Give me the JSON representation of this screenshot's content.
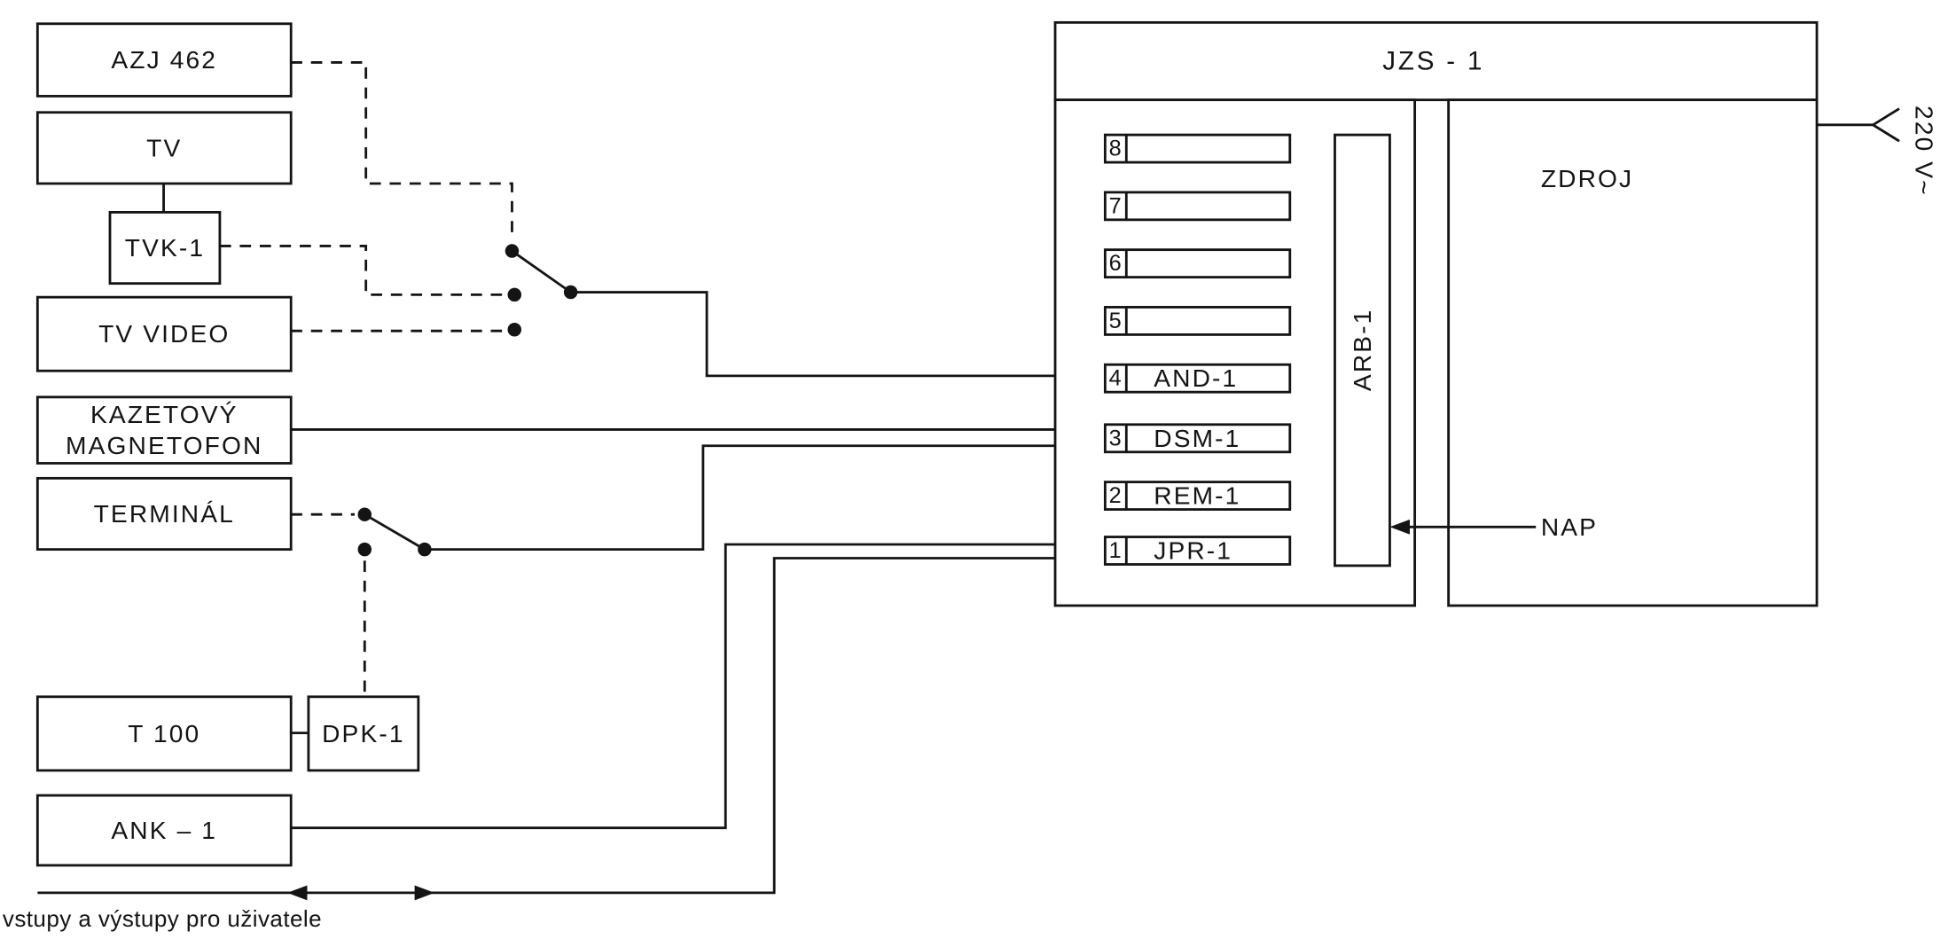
{
  "devices": {
    "azj_462": "AZJ 462",
    "tv": "TV",
    "tvk_1": "TVK-1",
    "tv_video": "TV VIDEO",
    "cassette_recorder": [
      "KAZETOVÝ",
      "MAGNETOFON"
    ],
    "terminal": "TERMINÁL",
    "t_100": "T 100",
    "dpk_1": "DPK-1",
    "ank_1": "ANK – 1"
  },
  "computer": {
    "title": "JZS - 1",
    "slots": [
      {
        "number": "8"
      },
      {
        "number": "7"
      },
      {
        "number": "6"
      },
      {
        "number": "5"
      },
      {
        "number": "4",
        "module": "AND-1"
      },
      {
        "number": "3",
        "module": "DSM-1"
      },
      {
        "number": "2",
        "module": "REM-1"
      },
      {
        "number": "1",
        "module": "JPR-1"
      }
    ],
    "arbiter": "ARB-1",
    "power_supply": "ZDROJ",
    "power_input_label": "NAP",
    "mains_supply": "220 V~"
  },
  "legend": {
    "user_io": "vstupy a výstupy pro uživatele"
  }
}
